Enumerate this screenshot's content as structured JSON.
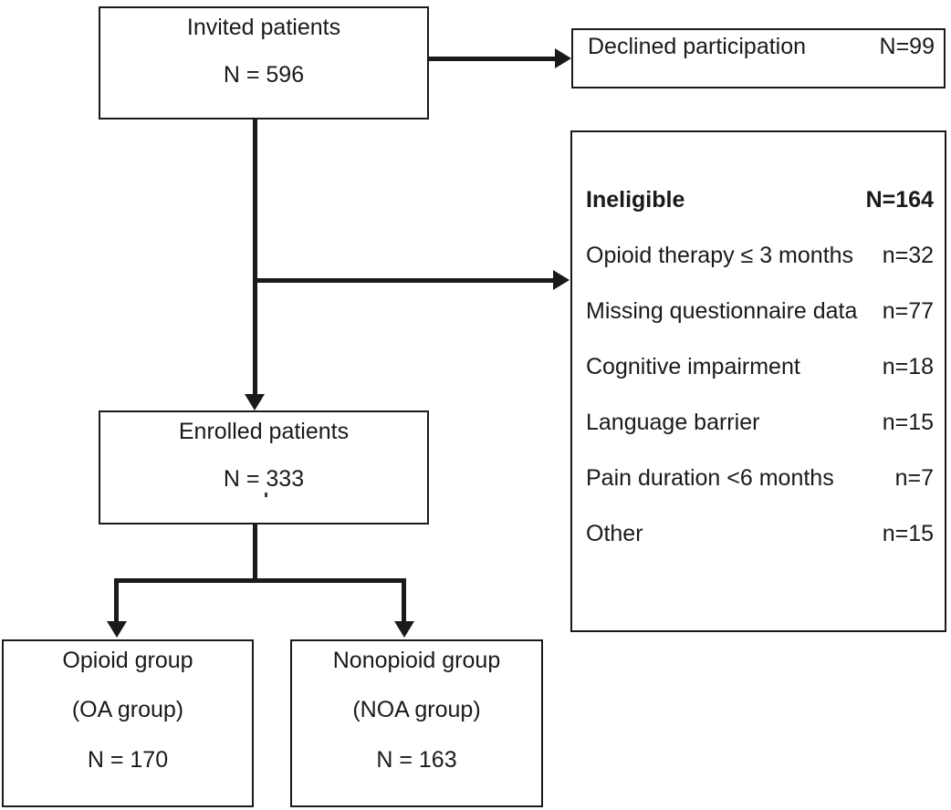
{
  "diagram": {
    "type": "patient-flow-chart",
    "boxes": {
      "invited": {
        "title": "Invited patients",
        "count": "N = 596"
      },
      "declined": {
        "label": "Declined participation",
        "count": "N=99"
      },
      "ineligible": {
        "header_label": "Ineligible",
        "header_count": "N=164",
        "reasons": [
          {
            "label": "Opioid therapy ≤ 3 months",
            "count": "n=32"
          },
          {
            "label": "Missing questionnaire data",
            "count": "n=77"
          },
          {
            "label": "Cognitive impairment",
            "count": "n=18"
          },
          {
            "label": "Language barrier",
            "count": "n=15"
          },
          {
            "label": "Pain duration <6 months",
            "count": "n=7"
          },
          {
            "label": "Other",
            "count": "n=15"
          }
        ]
      },
      "enrolled": {
        "title": "Enrolled patients",
        "count": "N = 333"
      },
      "opioid_group": {
        "title": "Opioid group",
        "abbreviation": "(OA group)",
        "count": "N = 170"
      },
      "nonopioid_group": {
        "title": "Nonopioid group",
        "abbreviation": "(NOA group)",
        "count": "N = 163"
      }
    },
    "colors": {
      "stroke": "#1a1a1a",
      "background": "#ffffff"
    }
  }
}
